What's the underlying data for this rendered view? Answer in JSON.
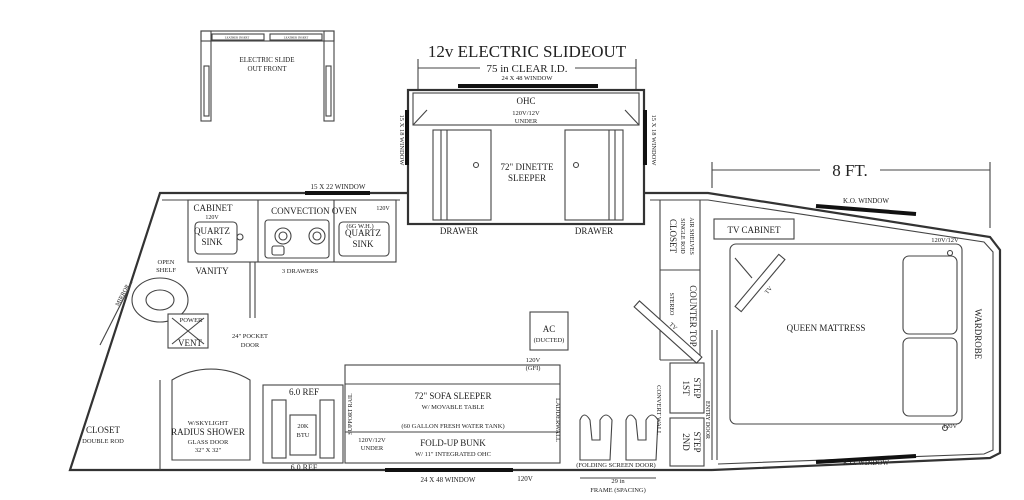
{
  "title": "12v ELECTRIC SLIDEOUT",
  "clear_id": "75 in CLEAR I.D.",
  "dimension_8ft": "8 FT.",
  "thumbnail": {
    "label_line1": "ELECTRIC SLIDE",
    "label_line2": "OUT FRONT",
    "caption_small": "LEATHER INSERT"
  },
  "windows": {
    "slide_top": "24 X 48 WINDOW",
    "slide_left": "15 X 18 WINDOW",
    "slide_right": "15 X 18 WINDOW",
    "top_left": "15 X 22 WINDOW",
    "bottom": "24 X 48 WINDOW",
    "ko_top": "K.O. WINDOW",
    "ko_bottom": "K.O. WINDOW"
  },
  "slideout": {
    "ohc": "OHC",
    "ohc_power": "120V/12V",
    "ohc_under": "UNDER",
    "dinette_line1": "72\" DINETTE",
    "dinette_line2": "SLEEPER",
    "drawer_left": "DRAWER",
    "drawer_right": "DRAWER"
  },
  "kitchen": {
    "cabinet": "CABINET",
    "cabinet_power": "120V",
    "quartz_sink_left_1": "QUARTZ",
    "quartz_sink_left_2": "SINK",
    "vanity": "VANITY",
    "open_shelf_1": "OPEN",
    "open_shelf_2": "SHELF",
    "convection_oven": "CONVECTION OVEN",
    "gas_heater": "(6G W.H.)",
    "power_120v": "120V",
    "quartz_sink_right_1": "QUARTZ",
    "quartz_sink_right_2": "SINK",
    "drawers": "3 DRAWERS",
    "pocket_door_1": "24\" POCKET",
    "pocket_door_2": "DOOR"
  },
  "bath": {
    "mirror": "MIRROR",
    "power_vent_1": "POWER",
    "power_vent_2": "VENT",
    "skylight": "W/SKYLIGHT",
    "shower": "RADIUS SHOWER",
    "glass_door": "GLASS DOOR",
    "size": "32\" X 32\"",
    "closet": "CLOSET",
    "double_rod": "DOUBLE ROD"
  },
  "middle": {
    "ref_top": "6.0 REF",
    "ref_bottom": "6.0 REF",
    "btu_1": "20K",
    "btu_2": "BTU",
    "support_rail": "SUPPORT RAIL",
    "ac": "AC",
    "ac_ducted": "(DUCTED)",
    "gfi_power": "120V",
    "gfi": "(GFI)",
    "sofa": "72\" SOFA SLEEPER",
    "sofa_table": "W/ MOVABLE TABLE",
    "water_tank": "(60 GALLON FRESH WATER TANK)",
    "bunk_power": "120V/12V",
    "bunk_under": "UNDER",
    "bunk": "FOLD-UP BUNK",
    "bunk_ohc": "W/ 11\" INTEGRATED OHC",
    "ladder_wall": "LADDERWALL",
    "power_bottom": "120V"
  },
  "stairs": {
    "folding_screen": "(FOLDING SCREEN DOOR)",
    "frame_size": "29 in",
    "frame_spacing": "FRAME (SPACING)",
    "convert_wall": "CONVERT WALL",
    "first_step_1": "1ST",
    "first_step_2": "STEP",
    "second_step_1": "2ND",
    "second_step_2": "STEP",
    "stereo": "STEREO",
    "closet": "CLOSET",
    "closet_rod": "SINGLE ROD",
    "closet_shelves": "AIR SHELVES",
    "counter_top": "COUNTER TOP",
    "tv_left": "TV",
    "entry_door": "ENTRY DOOR"
  },
  "bedroom": {
    "tv_cabinet": "TV CABINET",
    "power_top": "120V/12V",
    "queen_mattress": "QUEEN MATTRESS",
    "wardrobe": "WARDROBE",
    "power_bottom": "120V",
    "tv_right": "TV"
  }
}
